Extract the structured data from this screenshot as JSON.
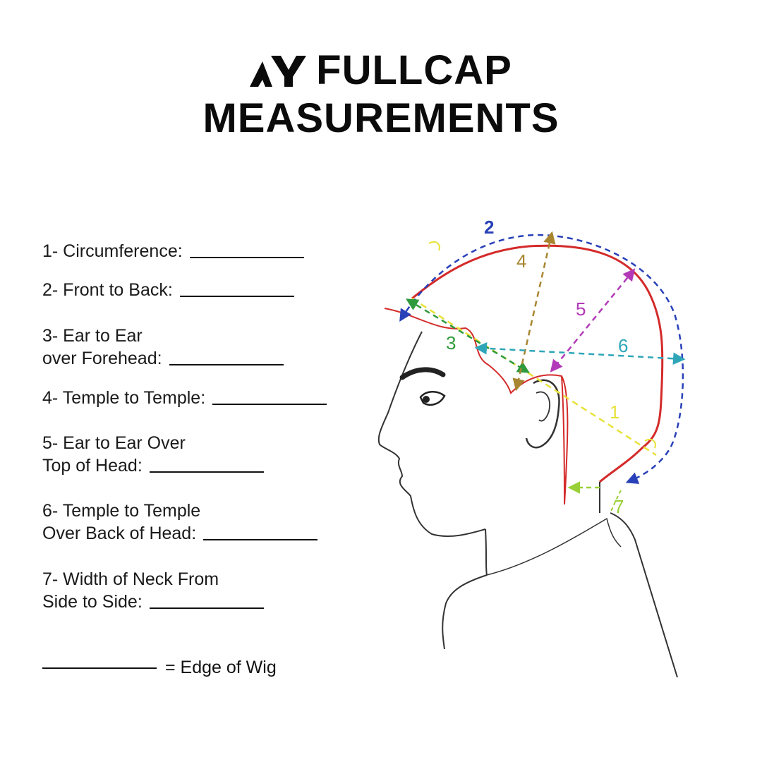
{
  "header": {
    "title_line1": "FULLCAP",
    "title_line2": "MEASUREMENTS"
  },
  "fields": [
    {
      "number": "1",
      "lines": [
        "1- Circumference:"
      ]
    },
    {
      "number": "2",
      "lines": [
        "2- Front to Back:"
      ]
    },
    {
      "number": "3",
      "lines": [
        "3- Ear to Ear",
        "over Forehead:"
      ]
    },
    {
      "number": "4",
      "lines": [
        "4- Temple to Temple:"
      ]
    },
    {
      "number": "5",
      "lines": [
        "5- Ear to Ear Over",
        "Top of Head:"
      ]
    },
    {
      "number": "6",
      "lines": [
        "6- Temple to Temple",
        "Over Back of Head:"
      ]
    },
    {
      "number": "7",
      "lines": [
        "7- Width of Neck From",
        "Side to Side:"
      ]
    }
  ],
  "legend": {
    "label": "= Edge of Wig"
  },
  "diagram": {
    "labels": [
      "1",
      "2",
      "3",
      "4",
      "5",
      "6",
      "7"
    ],
    "colors": {
      "wig_edge": "#d42a2a",
      "m1": "#e8e23a",
      "m2": "#2840b8",
      "m3": "#2e9a3c",
      "m4": "#a88530",
      "m5": "#b23ab8",
      "m6": "#2ea6b8",
      "m7": "#9ad036",
      "outline": "#333333"
    }
  }
}
